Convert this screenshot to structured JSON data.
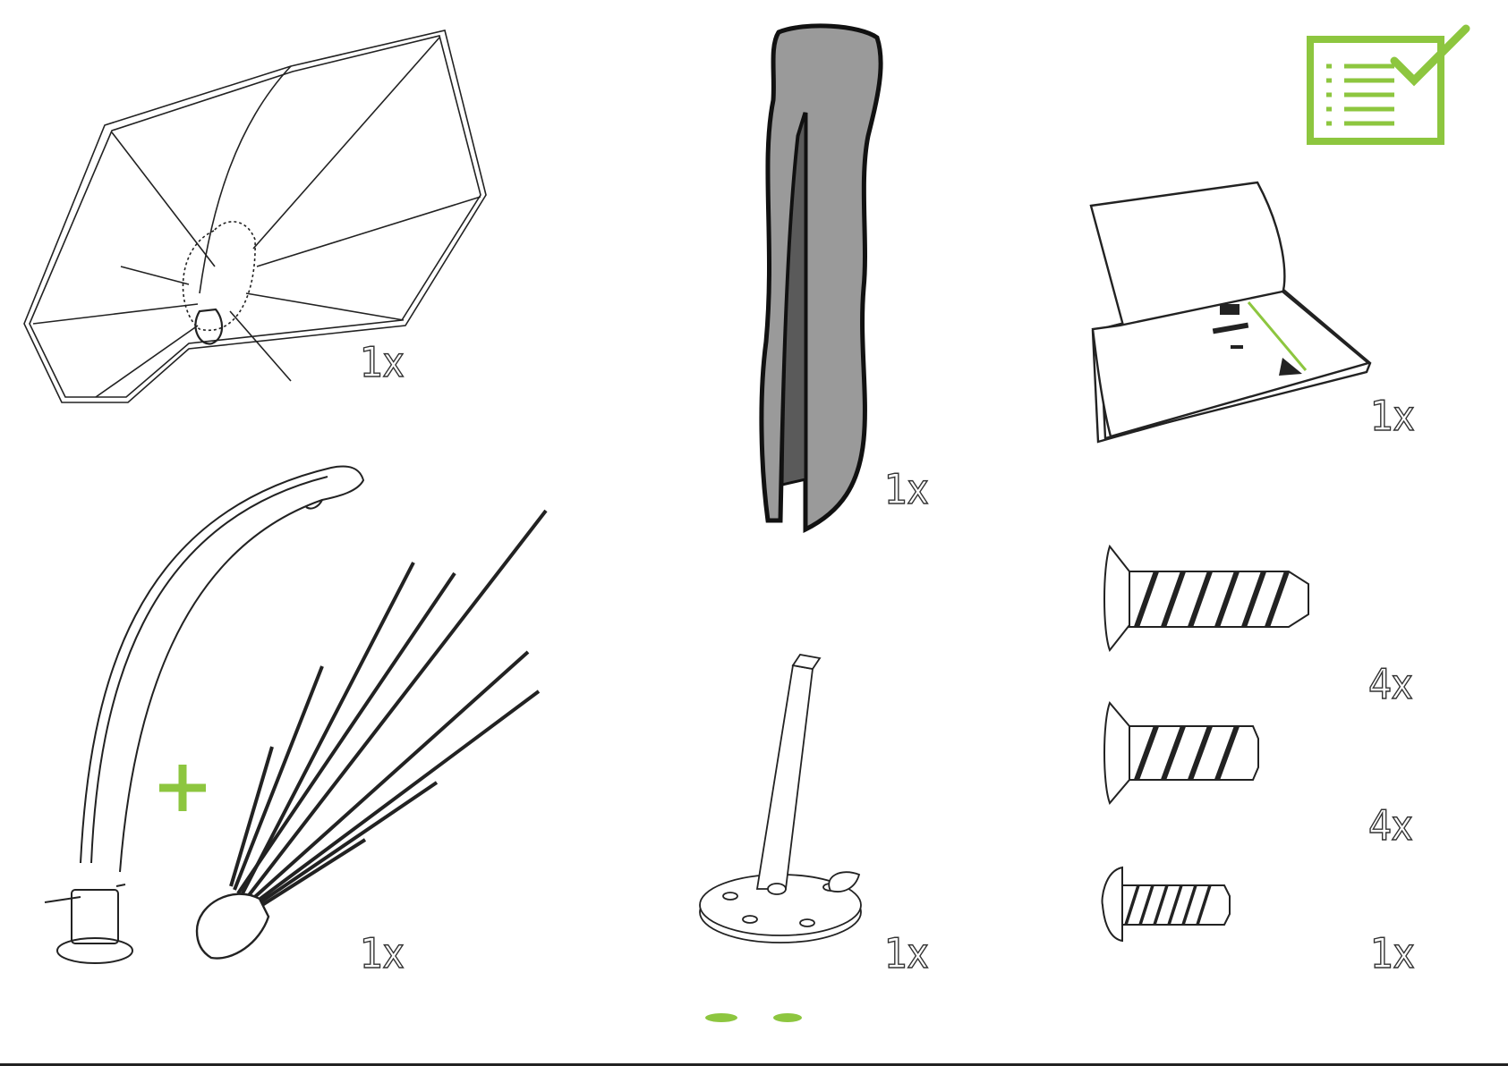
{
  "page": {
    "accent_color": "#8dc63f",
    "checklist_icon": "checklist-icon"
  },
  "parts": {
    "canopy": {
      "quantity": "1x",
      "icon": "umbrella-canopy-icon"
    },
    "cover": {
      "quantity": "1x",
      "icon": "protective-cover-icon"
    },
    "manual": {
      "quantity": "1x",
      "icon": "instruction-manual-icon"
    },
    "arm_and_ribs": {
      "quantity": "1x",
      "icon": "arm-and-ribs-icon",
      "connector": "+"
    },
    "base_plate": {
      "quantity": "1x",
      "icon": "base-plate-icon"
    },
    "long_screw": {
      "quantity": "4x",
      "icon": "long-countersunk-screw-icon"
    },
    "medium_screw": {
      "quantity": "4x",
      "icon": "medium-countersunk-screw-icon"
    },
    "small_screw": {
      "quantity": "1x",
      "icon": "round-head-screw-icon"
    }
  }
}
